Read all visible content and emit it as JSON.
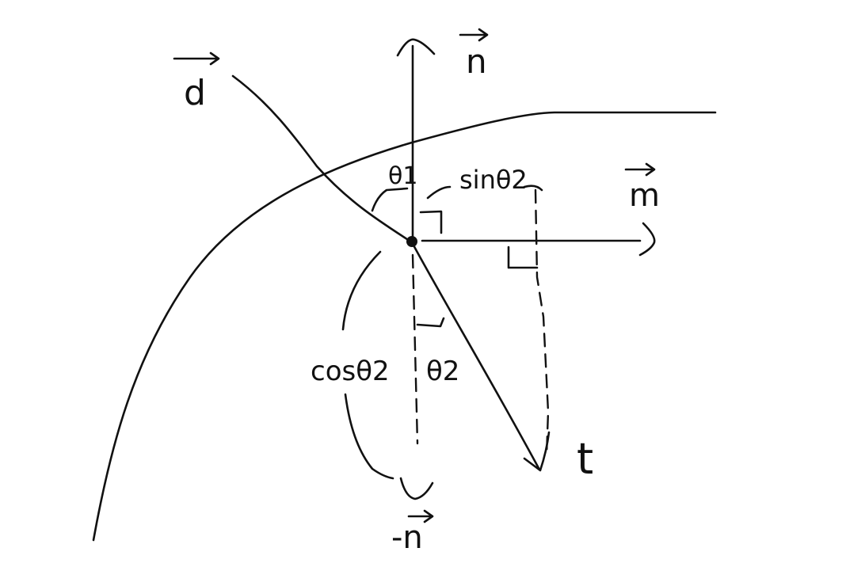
{
  "labels": {
    "d_vector": "d",
    "n_vector": "n",
    "m_vector": "m",
    "neg_n_vector": "-n",
    "t_vector": "t",
    "theta1": "θ1",
    "theta2": "θ2",
    "sin_theta2": "sinθ2",
    "cos_theta2": "cosθ2"
  }
}
